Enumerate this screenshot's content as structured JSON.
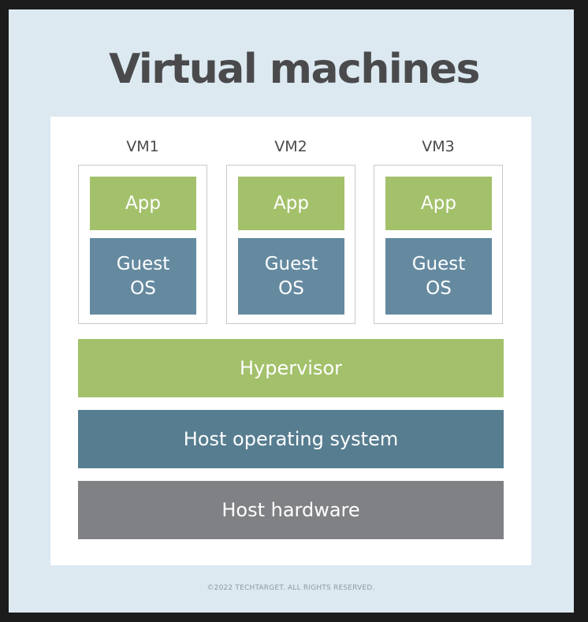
{
  "title": "Virtual machines",
  "vms": [
    {
      "label": "VM1",
      "app": "App",
      "os_line1": "Guest",
      "os_line2": "OS"
    },
    {
      "label": "VM2",
      "app": "App",
      "os_line1": "Guest",
      "os_line2": "OS"
    },
    {
      "label": "VM3",
      "app": "App",
      "os_line1": "Guest",
      "os_line2": "OS"
    }
  ],
  "layers": {
    "hypervisor": "Hypervisor",
    "host_os": "Host operating system",
    "host_hardware": "Host hardware"
  },
  "copyright": "©2022 TECHTARGET. ALL RIGHTS RESERVED.",
  "colors": {
    "green": "#a3c16b",
    "guest_blue": "#658aa0",
    "host_blue": "#577d90",
    "gray": "#808184",
    "background": "#dce9f1"
  }
}
